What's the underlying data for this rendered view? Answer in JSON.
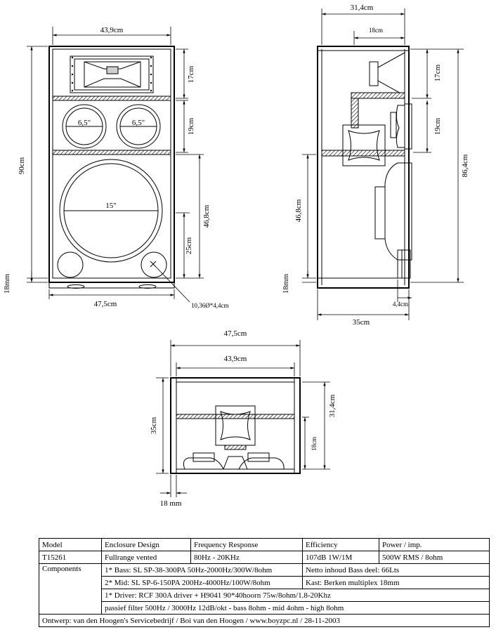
{
  "front": {
    "width_outer": "47,5cm",
    "width_inner": "43,9cm",
    "height": "90cm",
    "panel": "18mm",
    "horn_section": "17cm",
    "mid_section": "19cm",
    "bass_section": "46,8cm",
    "port_height": "25cm",
    "mid_left_label": "6,5\"",
    "mid_right_label": "6,5\"",
    "bass_label": "15\"",
    "port_note": "10,36Ø*4,4cm"
  },
  "side": {
    "depth_inner": "31,4cm",
    "driver_depth": "18cm",
    "height": "86,4cm",
    "horn_section": "17cm",
    "mid_section": "19cm",
    "bass_section": "46,8cm",
    "panel": "18mm",
    "depth_outer": "35cm",
    "port_offset": "4,4cm"
  },
  "top": {
    "width_outer": "47,5cm",
    "width_inner": "43,9cm",
    "depth_outer": "35cm",
    "depth_inner": "31,4cm",
    "driver_depth": "18cm",
    "panel": "18 mm"
  },
  "spec": {
    "h_model": "Model",
    "h_design": "Enclosure Design",
    "h_freq": "Frequency Response",
    "h_eff": "Efficiency",
    "h_power": "Power / imp.",
    "model": "T15261",
    "design": "Fullrange vented",
    "freq": "80Hz - 20KHz",
    "eff": "107dB 1W/1M",
    "power": "500W RMS / 8ohm",
    "h_components": "Components",
    "bass": "1* Bass: SL SP-38-300PA 50Hz-2000Hz/300W/8ohm",
    "volume": "Netto inhoud Bass deel: 66Lts",
    "mid": "2* Mid: SL SP-6-150PA 200Hz-4000Hz/100W/8ohm",
    "cabinet": "Kast: Berken multiplex 18mm",
    "driver": "1* Driver: RCF 300A driver + H9041 90*40hoorn 75w/8ohm/1.8-20Khz",
    "filter": "passief filter 500Hz / 3000Hz 12dB/okt - bass 8ohm - mid 4ohm - high 8ohm",
    "credit": "Ontwerp: van den Hoogen's Servicebedrijf / Boi van den Hoogen / www.boyzpc.nl / 28-11-2003"
  }
}
